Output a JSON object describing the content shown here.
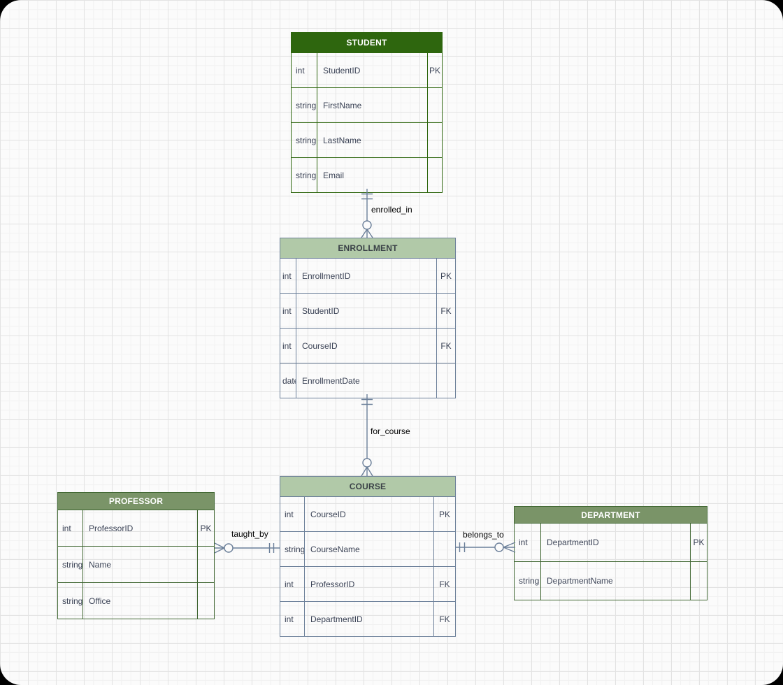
{
  "canvas": {
    "background": "#fbfbfb",
    "grid_minor_color": "#f2f2f2",
    "grid_major_color": "#e3e3e3",
    "outside_corner_color": "#000000"
  },
  "palette": {
    "dark_green_header": "#2e660e",
    "sage_green_header": "#7a9468",
    "sage_green_border": "#3f6631",
    "light_green_header": "#b1c9a8",
    "slate_border": "#6b7f99",
    "cell_text": "#3b4356",
    "header_text_on_dark": "#ffffff",
    "header_text_on_light": "#3a4147",
    "relationship_label_text": "#000000"
  },
  "entities": {
    "student": {
      "title": "STUDENT",
      "rows": [
        {
          "type": "int",
          "name": "StudentID",
          "key": "PK"
        },
        {
          "type": "string",
          "name": "FirstName",
          "key": ""
        },
        {
          "type": "string",
          "name": "LastName",
          "key": ""
        },
        {
          "type": "string",
          "name": "Email",
          "key": ""
        }
      ]
    },
    "enrollment": {
      "title": "ENROLLMENT",
      "rows": [
        {
          "type": "int",
          "name": "EnrollmentID",
          "key": "PK"
        },
        {
          "type": "int",
          "name": "StudentID",
          "key": "FK"
        },
        {
          "type": "int",
          "name": "CourseID",
          "key": "FK"
        },
        {
          "type": "date",
          "name": "EnrollmentDate",
          "key": ""
        }
      ]
    },
    "course": {
      "title": "COURSE",
      "rows": [
        {
          "type": "int",
          "name": "CourseID",
          "key": "PK"
        },
        {
          "type": "string",
          "name": "CourseName",
          "key": ""
        },
        {
          "type": "int",
          "name": "ProfessorID",
          "key": "FK"
        },
        {
          "type": "int",
          "name": "DepartmentID",
          "key": "FK"
        }
      ]
    },
    "professor": {
      "title": "PROFESSOR",
      "rows": [
        {
          "type": "int",
          "name": "ProfessorID",
          "key": "PK"
        },
        {
          "type": "string",
          "name": "Name",
          "key": ""
        },
        {
          "type": "string",
          "name": "Office",
          "key": ""
        }
      ]
    },
    "department": {
      "title": "DEPARTMENT",
      "rows": [
        {
          "type": "int",
          "name": "DepartmentID",
          "key": "PK"
        },
        {
          "type": "string",
          "name": "DepartmentName",
          "key": ""
        }
      ]
    }
  },
  "relationships": [
    {
      "label": "enrolled_in",
      "from_entity": "STUDENT",
      "to_entity": "ENROLLMENT",
      "from_cardinality": "exactly-one",
      "to_cardinality": "zero-or-many"
    },
    {
      "label": "for_course",
      "from_entity": "ENROLLMENT",
      "to_entity": "COURSE",
      "from_cardinality": "exactly-one",
      "to_cardinality": "zero-or-many"
    },
    {
      "label": "taught_by",
      "from_entity": "COURSE",
      "to_entity": "PROFESSOR",
      "from_cardinality": "exactly-one",
      "to_cardinality": "zero-or-many"
    },
    {
      "label": "belongs_to",
      "from_entity": "COURSE",
      "to_entity": "DEPARTMENT",
      "from_cardinality": "exactly-one",
      "to_cardinality": "zero-or-many"
    }
  ]
}
